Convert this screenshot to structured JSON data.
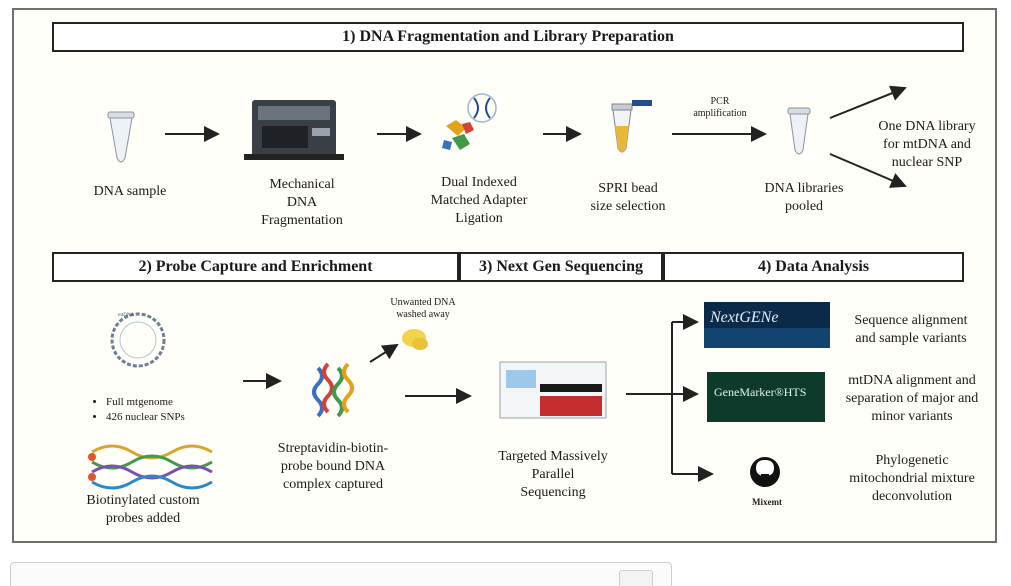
{
  "sections": {
    "s1": "1) DNA Fragmentation and Library Preparation",
    "s2": "2) Probe Capture and Enrichment",
    "s3": "3) Next Gen Sequencing",
    "s4": "4) Data Analysis"
  },
  "step1": {
    "dna_sample": "DNA sample",
    "mechanical": [
      "Mechanical",
      "DNA",
      "Fragmentation"
    ],
    "adapter": [
      "Dual Indexed",
      "Matched Adapter",
      "Ligation"
    ],
    "spri": [
      "SPRI bead",
      "size selection"
    ],
    "pcr": [
      "PCR",
      "amplification"
    ],
    "pooled": [
      "DNA libraries",
      "pooled"
    ],
    "one_library": [
      "One DNA library",
      "for mtDNA and",
      "nuclear SNP"
    ]
  },
  "step2": {
    "targets": [
      "Full mtgenome",
      "426 nuclear SNPs"
    ],
    "probes": [
      "Biotinylated custom",
      "probes added"
    ],
    "unwanted": [
      "Unwanted DNA",
      "washed away"
    ],
    "complex": [
      "Streptavidin-biotin-",
      "probe bound DNA",
      "complex captured"
    ]
  },
  "step3": {
    "sequencing": [
      "Targeted Massively",
      "Parallel",
      "Sequencing"
    ]
  },
  "step4": {
    "nextgene_logo": "NextGENe",
    "genemarker_logo": "GeneMarker®HTS",
    "mixemt_logo": "Mixemt",
    "out1": [
      "Sequence alignment",
      "and sample variants"
    ],
    "out2": [
      "mtDNA alignment and",
      "separation of major and",
      "minor variants"
    ],
    "out3": [
      "Phylogenetic",
      "mitochondrial mixture",
      "deconvolution"
    ]
  },
  "colors": {
    "accent_blue": "#1f4f8f",
    "frame": "#6f6f6f",
    "logo_dark": "#0b2a4a"
  }
}
